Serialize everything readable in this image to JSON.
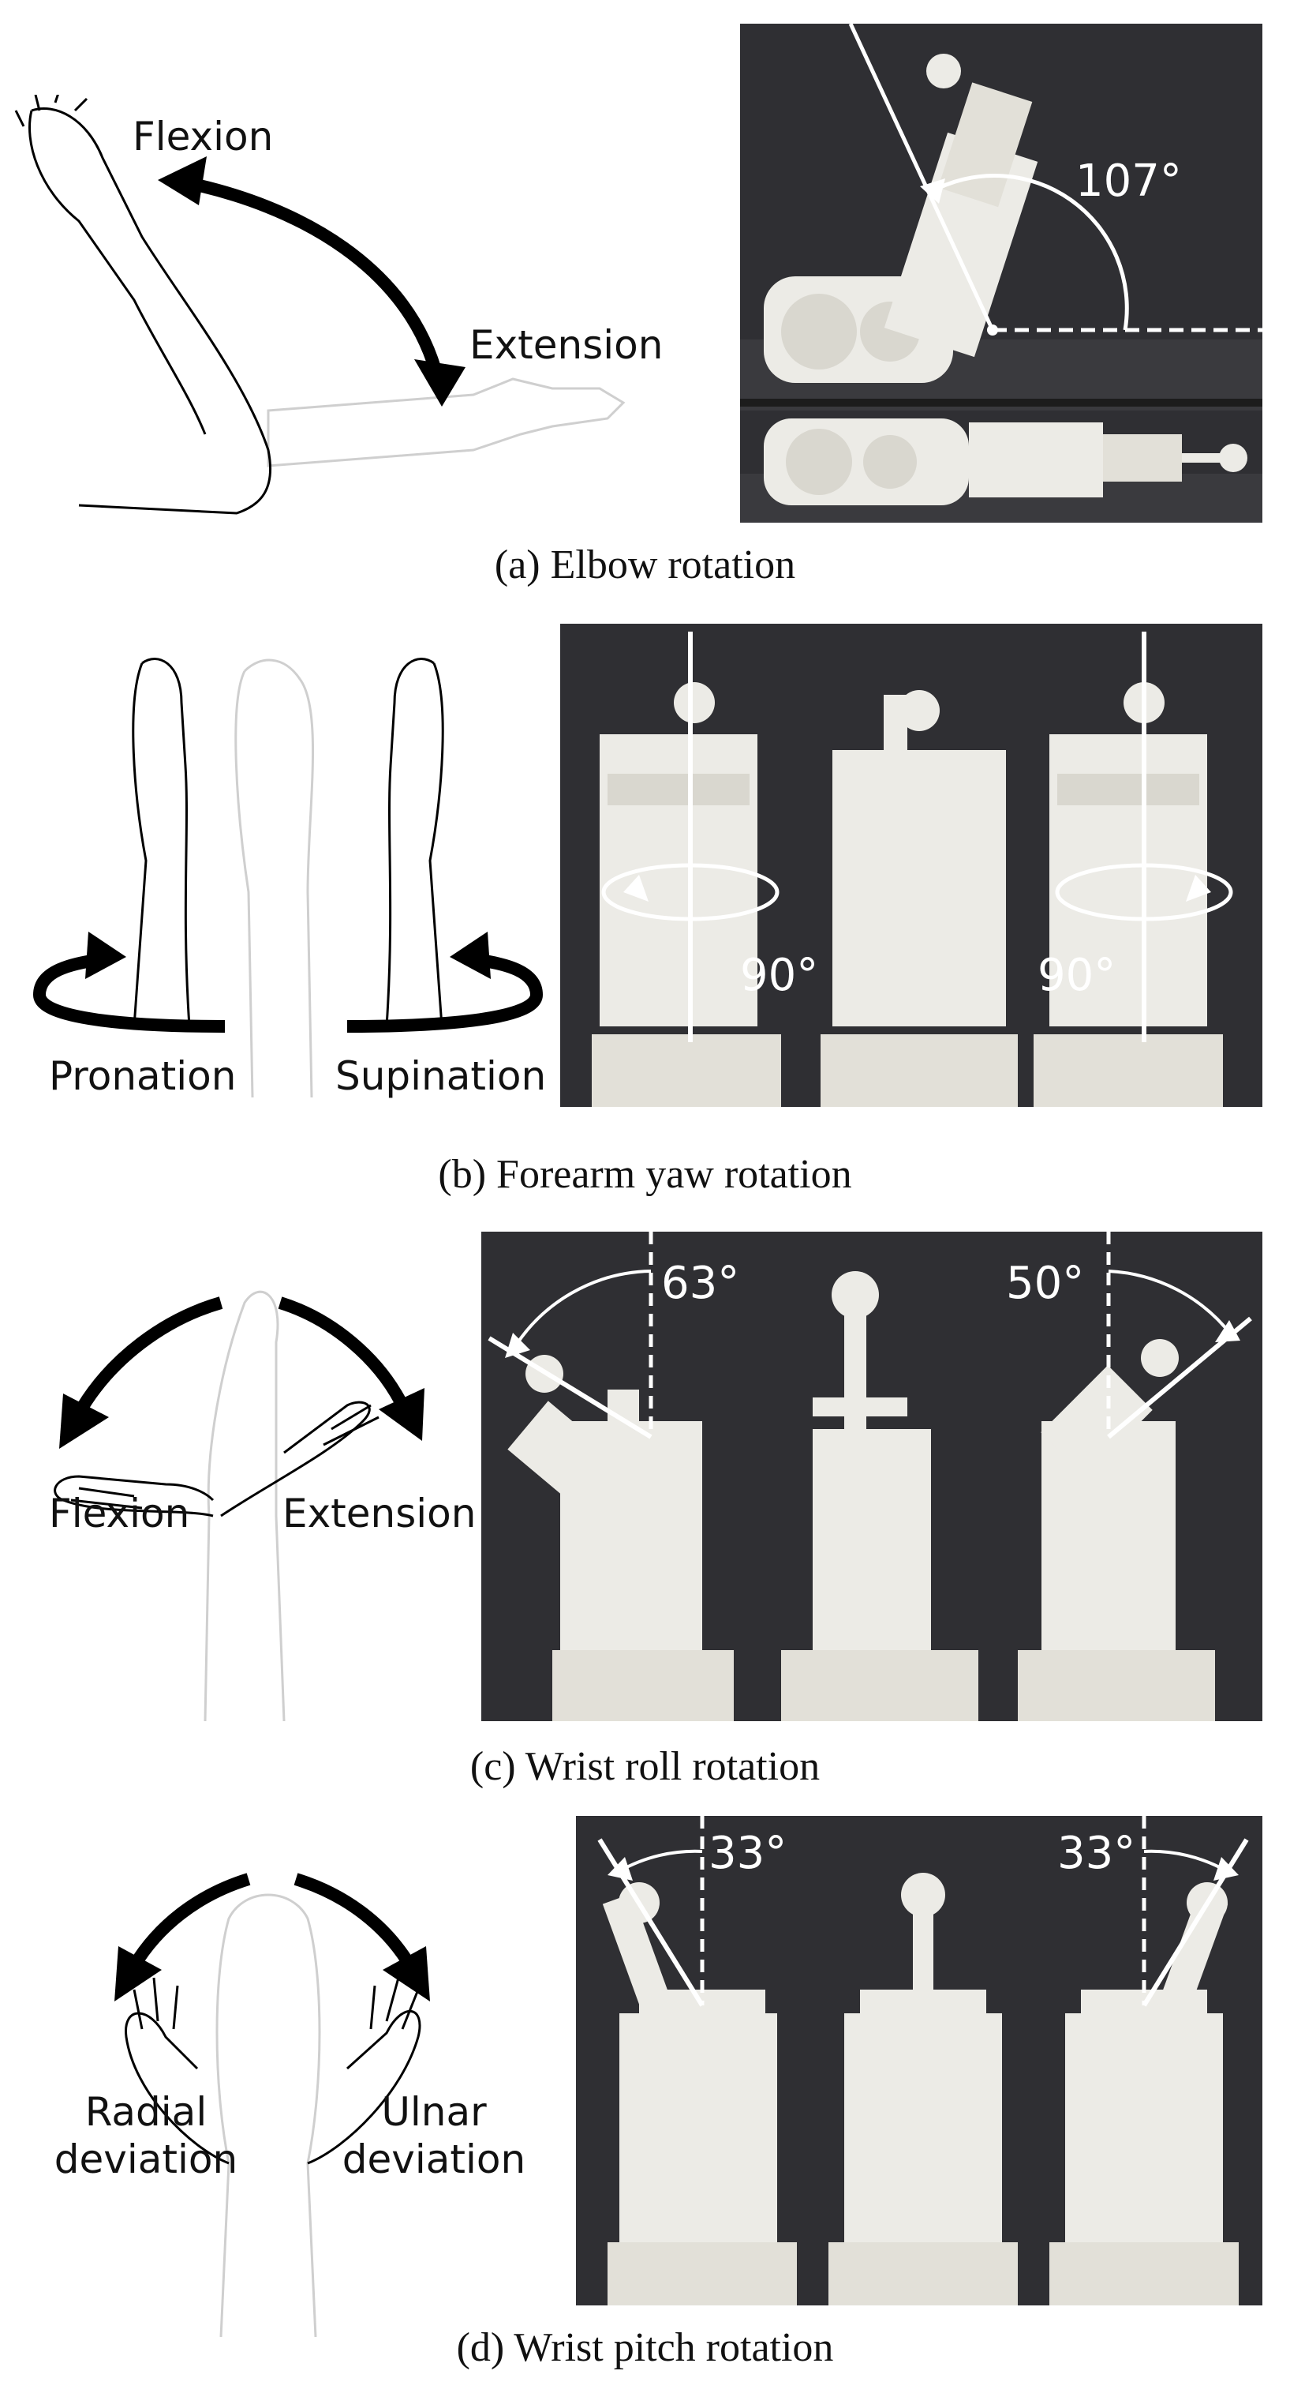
{
  "figures": {
    "elbow": {
      "caption": "(a) Elbow rotation",
      "label_flexion": "Flexion",
      "label_extension": "Extension",
      "angle": "107°"
    },
    "forearm": {
      "caption": "(b) Forearm yaw rotation",
      "label_pronation": "Pronation",
      "label_supination": "Supination",
      "angle_left": "90°",
      "angle_right": "90°"
    },
    "wrist_roll": {
      "caption": "(c) Wrist roll rotation",
      "label_flexion": "Flexion",
      "label_extension": "Extension",
      "angle_left": "63°",
      "angle_right": "50°"
    },
    "wrist_pitch": {
      "caption": "(d) Wrist pitch rotation",
      "label_radial": "Radial\ndeviation",
      "label_ulnar": "Ulnar\ndeviation",
      "angle_left": "33°",
      "angle_right": "33°"
    }
  },
  "colors": {
    "photo_background": "#2f2f33",
    "robot_white": "#ecebe6",
    "arrow_black": "#000000",
    "sketch_gray": "#cfcfcf"
  }
}
